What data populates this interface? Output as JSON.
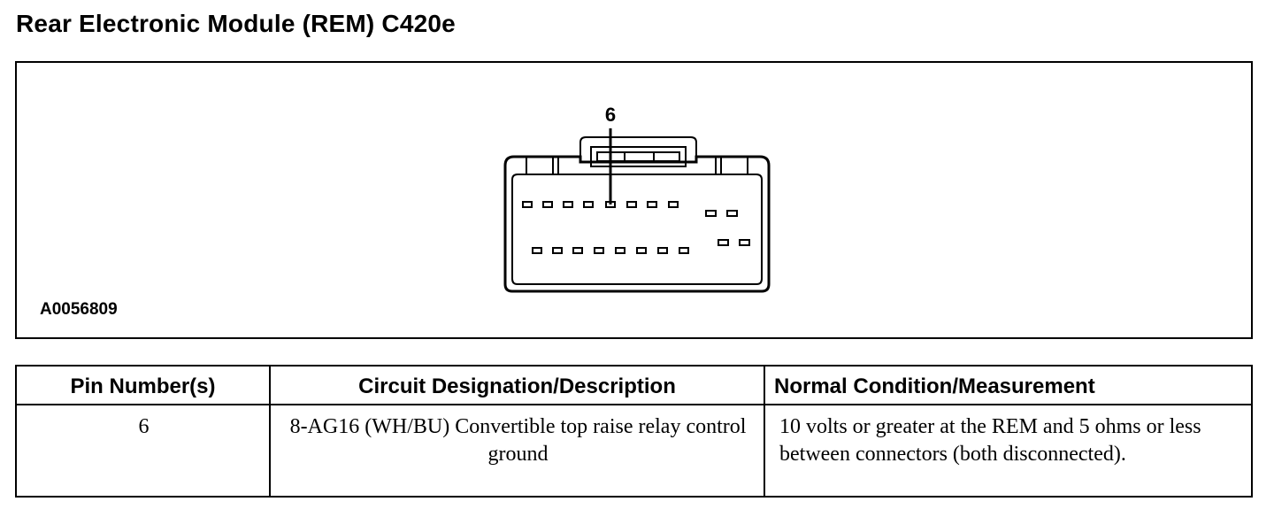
{
  "document": {
    "title": "Rear Electronic Module (REM) C420e"
  },
  "figure": {
    "id": "A0056809",
    "pin_callout": "6"
  },
  "pin_table": {
    "headers": {
      "pin": "Pin Number(s)",
      "circuit": "Circuit Designation/Description",
      "normal": "Normal Condition/Measurement"
    },
    "rows": [
      {
        "pin": "6",
        "circuit": "8-AG16 (WH/BU) Convertible top raise relay control ground",
        "normal": "10 volts or greater at the REM and 5 ohms or less between connectors (both disconnected)."
      }
    ]
  }
}
